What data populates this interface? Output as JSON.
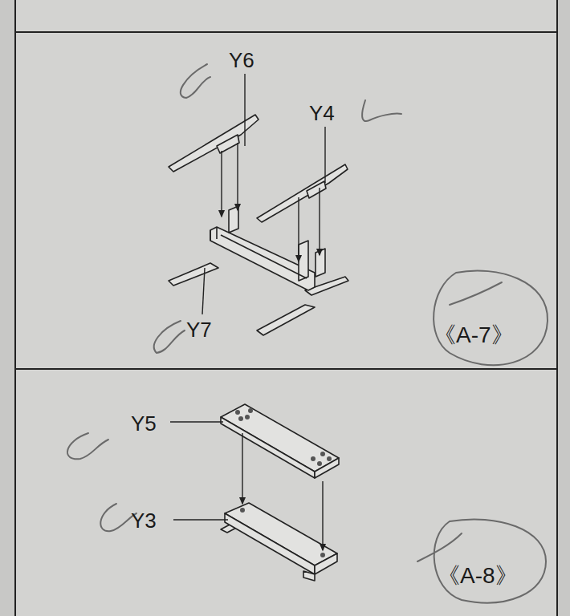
{
  "diagram": {
    "labels": [
      "Y6",
      "Y4",
      "Y7",
      "《A-7》",
      "Y5",
      "Y3",
      "《A-8》"
    ]
  }
}
